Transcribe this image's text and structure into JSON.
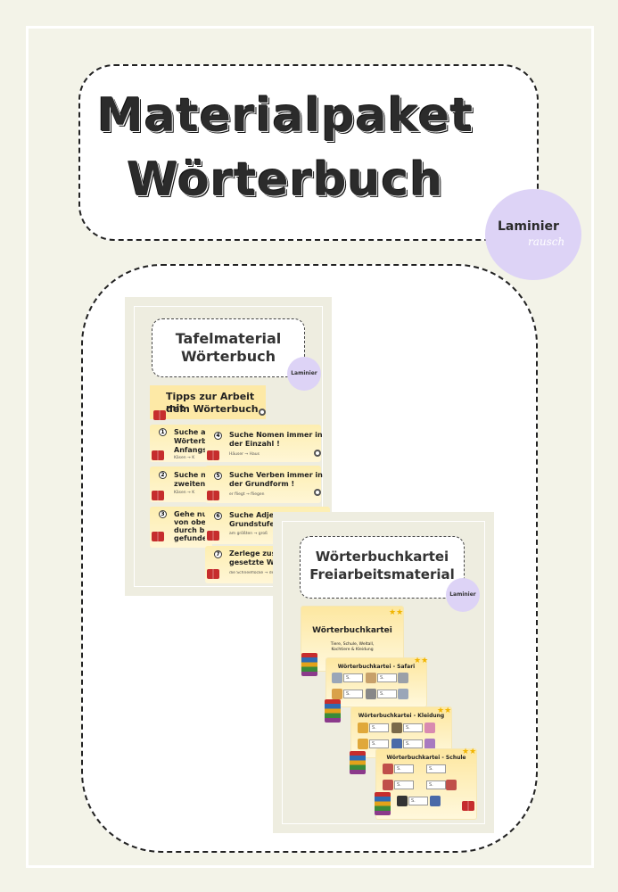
{
  "cover": {
    "title_line1": "Materialpaket",
    "title_line2": "Wörterbuch",
    "badge_main": "Laminier",
    "badge_sub": "rausch"
  },
  "preview1": {
    "title_line1": "Tafelmaterial",
    "title_line2": "Wörterbuch",
    "badge": "Laminier",
    "header_line1": "Tipps zur Arbeit mit",
    "header_line2": "dem Wörterbuch",
    "tips_left": [
      {
        "num": "1",
        "line1": "Suche am",
        "line2": "Wörterbu",
        "line3": "Anfangsb",
        "example": "Käsen → K"
      },
      {
        "num": "2",
        "line1": "Suche na",
        "line2": "zweiten B",
        "line3": "",
        "example": "Käsen → K"
      },
      {
        "num": "3",
        "line1": "Gehe nun o",
        "line2": "von oben n",
        "line3": "durch bis d",
        "line4": "gefunden",
        "example": ""
      }
    ],
    "tips_right": [
      {
        "num": "4",
        "line1": "Suche Nomen immer in",
        "line2": "der Einzahl !",
        "example": "Häuser → Haus"
      },
      {
        "num": "5",
        "line1": "Suche Verben immer in",
        "line2": "der Grundform !",
        "example": "er fliegt → fliegen"
      },
      {
        "num": "6",
        "line1": "Suche Adjektive in der",
        "line2": "Grundstufe !",
        "example": "am größten → groß"
      },
      {
        "num": "7",
        "line1": "Zerlege zusammen-",
        "line2": "gesetzte Wörter !",
        "example": "die Schneeflocke → der Schnee | die Flocke"
      }
    ]
  },
  "preview2": {
    "title_line1": "Wörterbuchkartei",
    "title_line2": "Freiarbeitsmaterial",
    "badge": "Laminier",
    "cover_title": "Wörterbuchkartei",
    "cover_sub1": "Tiere, Schule, Weltall,",
    "cover_sub2": "Kochtiere & Kleidung",
    "card_safari": "Wörterbuchkartei - Safari",
    "card_kleidung": "Wörterbuchkartei - Kleidung",
    "card_schule": "Wörterbuchkartei - Schule",
    "slot_label": "S."
  }
}
